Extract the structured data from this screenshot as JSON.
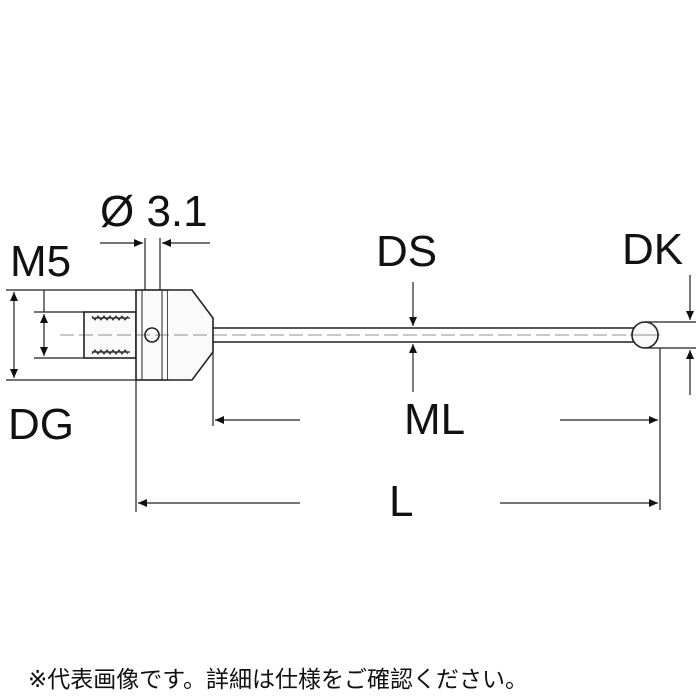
{
  "dimensions": {
    "hole_diameter": "Ø 3.1",
    "thread": "M5",
    "body_diameter": "DG",
    "stem_diameter": "DS",
    "ball_diameter": "DK",
    "measuring_length": "ML",
    "total_length": "L"
  },
  "note": "※代表画像です。詳細は仕様をご確認ください。"
}
